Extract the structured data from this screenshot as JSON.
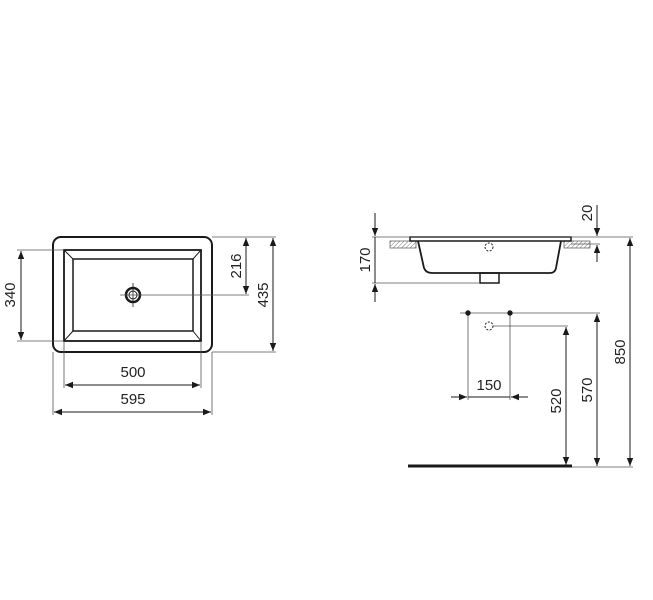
{
  "plan_view": {
    "dimensions": {
      "inner_width": "500",
      "outer_width": "595",
      "inner_depth": "340",
      "waste_offset": "216",
      "outer_depth": "435"
    }
  },
  "side_view": {
    "dimensions": {
      "basin_height": "170",
      "rim_thickness": "20",
      "rim_height": "850",
      "tap_spacing": "150",
      "waste_height": "520",
      "supply_height": "570"
    }
  },
  "colors": {
    "line": "#1a1a1a",
    "thin": "#555555",
    "hatch": "#888888"
  }
}
